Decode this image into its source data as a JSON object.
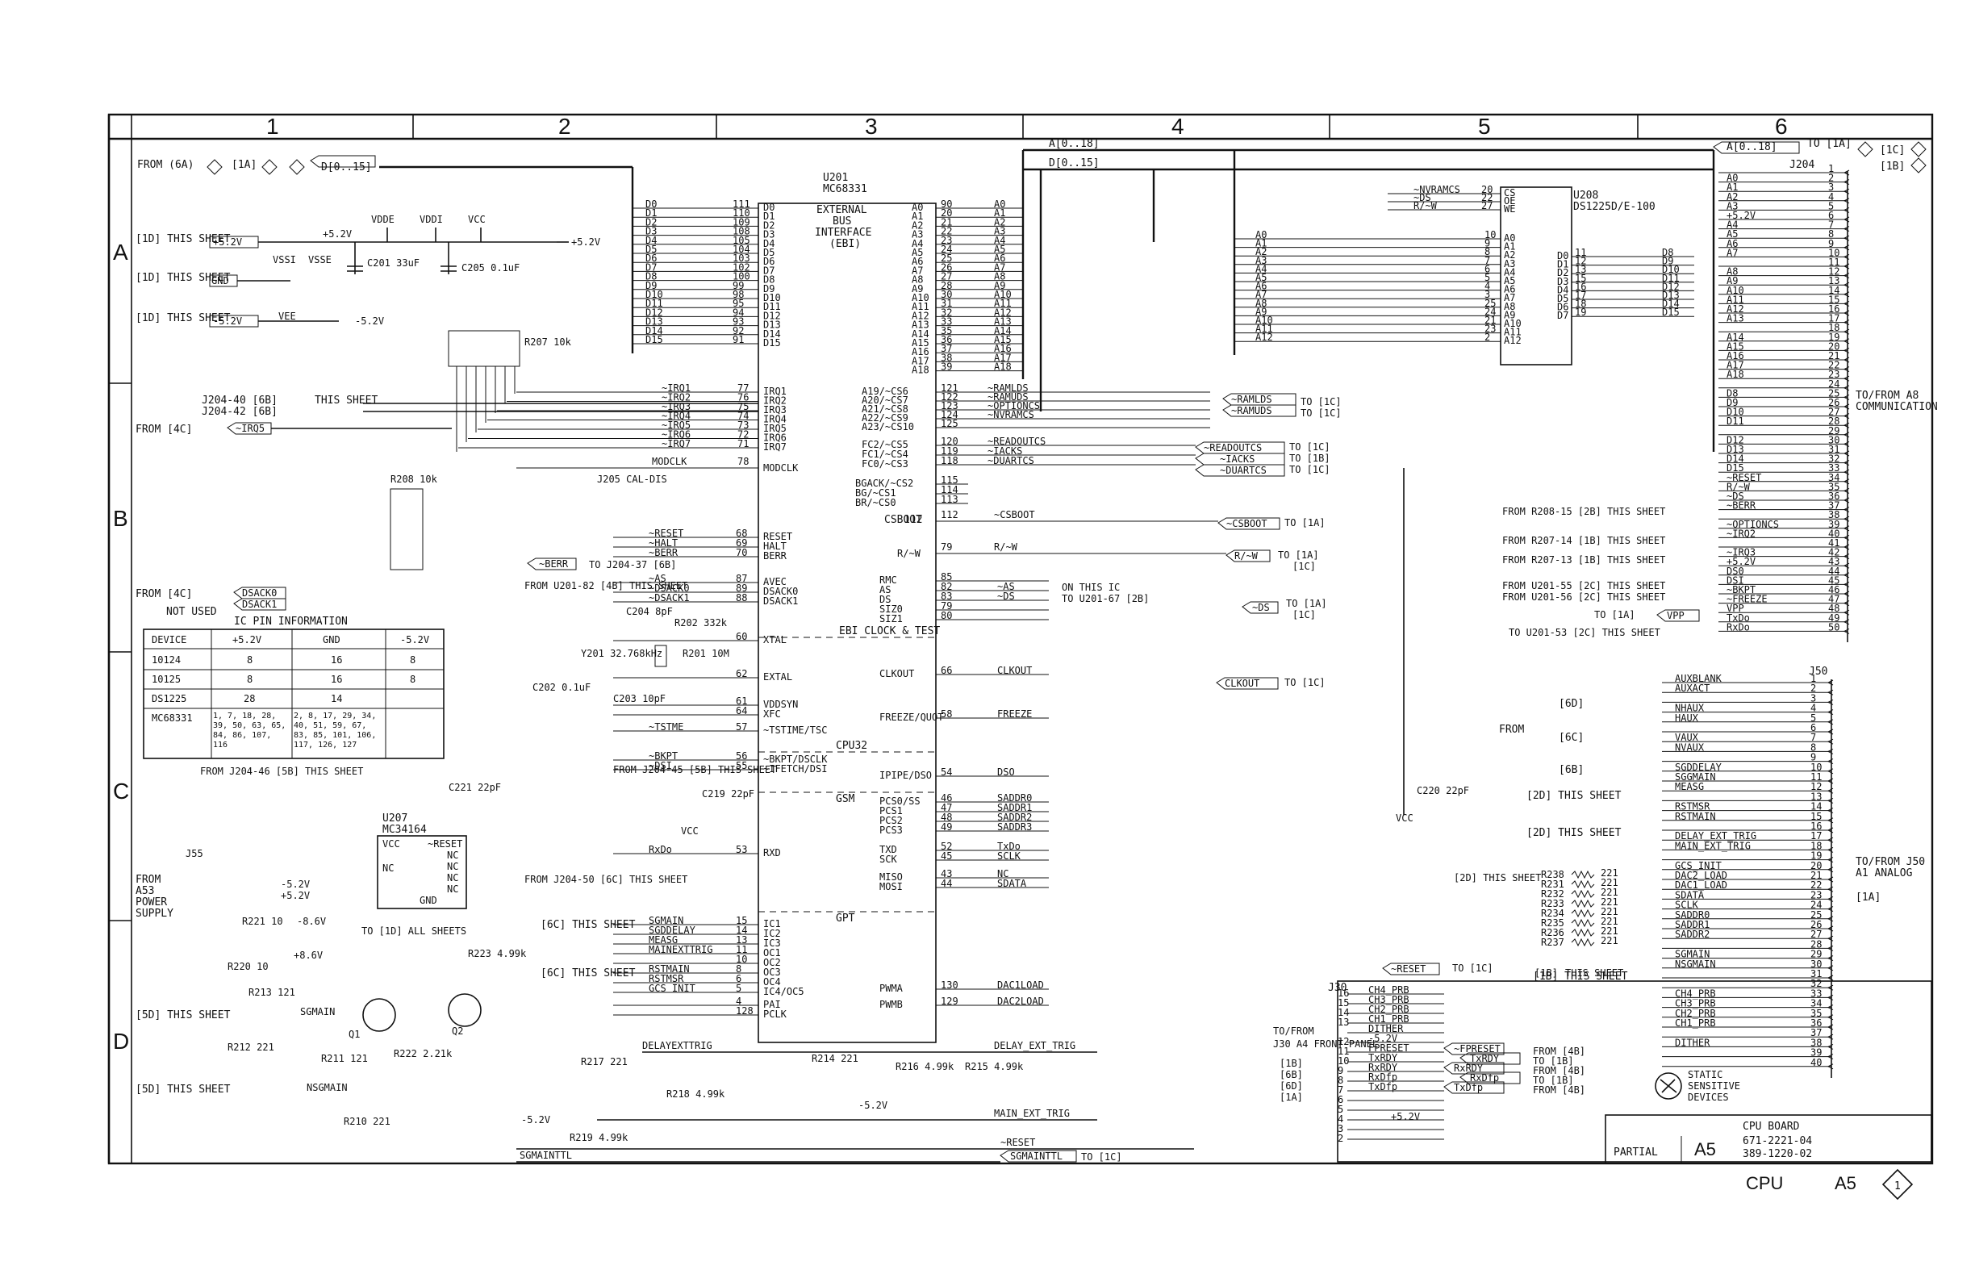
{
  "zones_top": [
    "1",
    "2",
    "3",
    "4",
    "5",
    "6"
  ],
  "zones_side": [
    "A",
    "B",
    "C",
    "D"
  ],
  "title_block": {
    "partial": "PARTIAL",
    "ref": "A5",
    "line1": "CPU BOARD",
    "line2": "671-2221-04",
    "line3": "389-1220-02",
    "footer_name": "CPU",
    "footer_ref": "A5",
    "footer_sheet": "1"
  },
  "static_warning": [
    "STATIC",
    "SENSITIVE",
    "DEVICES"
  ],
  "chips": {
    "u201": {
      "ref": "U201",
      "part": "MC68331",
      "block": [
        "EXTERNAL",
        "BUS",
        "INTERFACE",
        "(EBI)"
      ],
      "cpu": "CPU32",
      "gsm": "GSM",
      "gpt": "GPT"
    },
    "u208": {
      "ref": "U208",
      "part": "DS1225D/E-100"
    },
    "u207": {
      "ref": "U207",
      "part": "MC34164"
    },
    "j204": "J204",
    "j50": "J50",
    "j55": "J55",
    "j30": "J30"
  },
  "ebi_bus": {
    "data_nets": [
      "D0",
      "D1",
      "D2",
      "D3",
      "D4",
      "D5",
      "D6",
      "D7",
      "D8",
      "D9",
      "D10",
      "D11",
      "D12",
      "D13",
      "D14",
      "D15"
    ],
    "data_pins": [
      "111",
      "110",
      "109",
      "108",
      "105",
      "104",
      "103",
      "102",
      "100",
      "99",
      "98",
      "95",
      "94",
      "93",
      "92",
      "91"
    ],
    "addr_nets": [
      "A0",
      "A1",
      "A2",
      "A3",
      "A4",
      "A5",
      "A6",
      "A7",
      "A8",
      "A9",
      "A10",
      "A11",
      "A12",
      "A13",
      "A14",
      "A15",
      "A16",
      "A17",
      "A18"
    ],
    "addr_pins": [
      "90",
      "20",
      "21",
      "22",
      "23",
      "24",
      "25",
      "26",
      "27",
      "28",
      "30",
      "31",
      "32",
      "33",
      "35",
      "36",
      "37",
      "38",
      "39"
    ],
    "cs_labels": [
      "A19/~CS6",
      "A20/~CS7",
      "A21/~CS8",
      "A22/~CS9",
      "A23/~CS10"
    ],
    "cs_pins": [
      "121",
      "122",
      "123",
      "124",
      "125"
    ],
    "cs_nets": [
      "~RAMLDS",
      "~RAMUDS",
      "~OPTIONCS",
      "~NVRAMCS",
      ""
    ],
    "fc_labels": [
      "FC2/~CS5",
      "FC1/~CS4",
      "FC0/~CS3"
    ],
    "fc_pins": [
      "120",
      "119",
      "118"
    ],
    "fc_nets": [
      "~READOUTCS",
      "~IACKS",
      "~DUARTCS"
    ],
    "bg_labels": [
      "BGACK/~CS2",
      "BG/~CS1",
      "BR/~CS0"
    ],
    "bg_pins": [
      "115",
      "114",
      "113"
    ]
  },
  "irq": {
    "nets": [
      "~IRQ1",
      "~IRQ2",
      "~IRQ3",
      "~IRQ4",
      "~IRQ5",
      "~IRQ6",
      "~IRQ7"
    ],
    "pins": [
      "77",
      "76",
      "75",
      "74",
      "73",
      "72",
      "71"
    ],
    "modclk": "MODCLK",
    "modclk_pin": "78"
  },
  "left_notes": {
    "from6a": "FROM (6A)",
    "tag_1a": "[1A]",
    "d_bus": "D[0..15]",
    "a_bus": "A[0..18]",
    "to_1a": "TO [1A]",
    "tag_1c": "[1C]",
    "tag_1b": "[1B]",
    "this_sheet_a": [
      "[1D] THIS SHEET",
      "[1D] THIS SHEET",
      "[1D] THIS SHEET"
    ],
    "rail_labels": [
      "+5.2V",
      "GND",
      "-5.2V"
    ],
    "rail_nets": [
      "VDDE",
      "VDDI",
      "VCC",
      "VSSI",
      "VSSE",
      "VEE"
    ],
    "irq_from": "J204-40 [6B]",
    "irq_from2": "J204-42 [6B]",
    "this_sheet": "THIS SHEET",
    "from4c": "FROM [4C]",
    "irq5": "~IRQ5",
    "c201": "C201 33uF",
    "c205": "C205 0.1uF",
    "r207": "R207 10k",
    "r208": "R208 10k",
    "j205": "J205 CAL-DIS",
    "dsack": [
      "DSACK0",
      "DSACK1"
    ],
    "not_used": "NOT USED",
    "berr": "~BERR",
    "berr_to": "TO J204-37 [6B]",
    "from_u201": "FROM U201-82 [4B] THIS SHEET"
  },
  "pin_table": {
    "title": "IC PIN INFORMATION",
    "headers": [
      "DEVICE",
      "+5.2V",
      "GND",
      "-5.2V"
    ],
    "rows": [
      [
        "10124",
        "8",
        "16",
        "8"
      ],
      [
        "10125",
        "8",
        "16",
        "8"
      ],
      [
        "DS1225",
        "28",
        "14",
        ""
      ],
      [
        "MC68331",
        "1, 7, 18, 28, 39, 50, 63, 65, 84, 86, 107, 116",
        "2, 8, 17, 29, 34, 40, 51, 59, 67, 83, 85, 101, 106, 117, 126, 127",
        ""
      ]
    ]
  },
  "u201_left_pins": [
    {
      "name": "RESET",
      "pin": "68",
      "net": "~RESET"
    },
    {
      "name": "HALT",
      "pin": "69",
      "net": "~HALT"
    },
    {
      "name": "BERR",
      "pin": "70",
      "net": "~BERR"
    },
    {
      "name": "AVEC",
      "pin": "87",
      "net": "~AS"
    },
    {
      "name": "DSACK0",
      "pin": "89",
      "net": "~DSACK0"
    },
    {
      "name": "DSACK1",
      "pin": "88",
      "net": "~DSACK1"
    },
    {
      "name": "XTAL",
      "pin": "60",
      "net": ""
    },
    {
      "name": "EXTAL",
      "pin": "62",
      "net": ""
    },
    {
      "name": "VDDSYN",
      "pin": "61",
      "net": ""
    },
    {
      "name": "XFC",
      "pin": "64",
      "net": ""
    },
    {
      "name": "~TSTIME/TSC",
      "pin": "57",
      "net": "~TSTME"
    },
    {
      "name": "~BKPT/DSCLK",
      "pin": "56",
      "net": "~BKPT"
    },
    {
      "name": "~IFETCH/DSI",
      "pin": "55",
      "net": "~DSI"
    },
    {
      "name": "RXD",
      "pin": "53",
      "net": "RxDo"
    },
    {
      "name": "IC1",
      "pin": "15",
      "net": "SGMAIN"
    },
    {
      "name": "IC2",
      "pin": "14",
      "net": "SGDDELAY"
    },
    {
      "name": "IC3",
      "pin": "13",
      "net": "MEASG"
    },
    {
      "name": "OC1",
      "pin": "11",
      "net": "MAINEXTTRIG"
    },
    {
      "name": "OC2",
      "pin": "10",
      "net": ""
    },
    {
      "name": "OC3",
      "pin": "8",
      "net": "RSTMAIN"
    },
    {
      "name": "OC4",
      "pin": "6",
      "net": "RSTMSR"
    },
    {
      "name": "IC4/OC5",
      "pin": "5",
      "net": "GCS INIT"
    },
    {
      "name": "PAI",
      "pin": "4",
      "net": ""
    },
    {
      "name": "PCLK",
      "pin": "128",
      "net": ""
    }
  ],
  "u201_right_pins": [
    {
      "name": "RMC",
      "pin": "85",
      "net": ""
    },
    {
      "name": "AS",
      "pin": "82",
      "net": "~AS"
    },
    {
      "name": "DS",
      "pin": "83",
      "net": "~DS"
    },
    {
      "name": "SIZ0",
      "pin": "79",
      "net": ""
    },
    {
      "name": "SIZ1",
      "pin": "80",
      "net": ""
    },
    {
      "name": "CLKOUT",
      "pin": "66",
      "net": "CLKOUT"
    },
    {
      "name": "FREEZE/QUOT",
      "pin": "58",
      "net": "FREEZE"
    },
    {
      "name": "IPIPE/DSO",
      "pin": "54",
      "net": "DSO"
    },
    {
      "name": "PCS0/SS",
      "pin": "46",
      "net": "SADDR0"
    },
    {
      "name": "PCS1",
      "pin": "47",
      "net": "SADDR1"
    },
    {
      "name": "PCS2",
      "pin": "48",
      "net": "SADDR2"
    },
    {
      "name": "PCS3",
      "pin": "49",
      "net": "SADDR3"
    },
    {
      "name": "TXD",
      "pin": "52",
      "net": "TxDo"
    },
    {
      "name": "SCK",
      "pin": "45",
      "net": "SCLK"
    },
    {
      "name": "MISO",
      "pin": "43",
      "net": "NC"
    },
    {
      "name": "MOSI",
      "pin": "44",
      "net": "SDATA"
    },
    {
      "name": "PWMA",
      "pin": "130",
      "net": "DAC1LOAD"
    },
    {
      "name": "PWMB",
      "pin": "129",
      "net": "DAC2LOAD"
    }
  ],
  "misc_nets": {
    "csboot_pin": "112",
    "csboot": "~CSBOOT",
    "rw_pin": "79",
    "rw": "R/~W",
    "rw_label": "R/~W",
    "on_this_ic": "ON THIS IC",
    "to_u201_67": "TO U201-67 [2B]",
    "ebi_clock": "EBI CLOCK & TEST",
    "y201": "Y201 32.768kHz",
    "r201": "R201 10M",
    "r202": "R202 332k",
    "c204": "C204 8pF",
    "c202": "C202 0.1uF",
    "c203": "C203 10pF",
    "c219": "C219 22pF",
    "c220": "C220 22pF",
    "c221": "C221 22pF",
    "vcc": "VCC",
    "nc": "NC",
    "from_j204_46": "FROM J204-46 [5B] THIS SHEET",
    "from_j204_45": "FROM J204-45 [5B] THIS SHEET",
    "from_j204_50": "FROM J204-50 [6C] THIS SHEET",
    "delayexttrig": "DELAYEXTTRIG",
    "delay_ext_trig": "DELAY_EXT_TRIG",
    "main_ext_trig": "MAIN_EXT_TRIG",
    "reset": "~RESET",
    "sgmainttl": "SGMAINTTL",
    "r214": "R214 221",
    "r216": "R216 4.99k",
    "r215": "R215 4.99k",
    "r217": "R217 221",
    "r218": "R218 4.99k",
    "r219": "R219 4.99k",
    "vee_neg": "-5.2V"
  },
  "u207_block": {
    "pins": [
      "VCC",
      "NC",
      "~RESET",
      "NC",
      "NC",
      "NC",
      "NC",
      "GND"
    ],
    "from": "FROM A53 POWER SUPPLY",
    "to_all": "TO [1D] ALL SHEETS",
    "rails": [
      "-5.2V",
      "+5.2V",
      "-8.6V",
      "+8.6V"
    ],
    "r221": "R221 10",
    "r220": "R220 10",
    "r223": "R223 4.99k",
    "r213": "R213 121",
    "r212": "R212 221",
    "r211": "R211 121",
    "r222": "R222 2.21k",
    "r210": "R210 221",
    "q1": "Q1",
    "q2": "Q2",
    "sgmain": "SGMAIN",
    "nsgmain": "NSGMAIN",
    "this_sheet_5d": "[5D] THIS SHEET",
    "this_sheet_5d2": "[5D] THIS SHEET",
    "gc_this_sheet": "[6C] THIS SHEET"
  },
  "u208_block": {
    "left_pins": [
      "10",
      "9",
      "8",
      "7",
      "6",
      "5",
      "4",
      "3",
      "25",
      "24",
      "21",
      "23",
      "2"
    ],
    "left_names": [
      "A0",
      "A1",
      "A2",
      "A3",
      "A4",
      "A5",
      "A6",
      "A7",
      "A8",
      "A9",
      "A10",
      "A11",
      "A12"
    ],
    "ctl_pins": [
      "20",
      "22",
      "27"
    ],
    "ctl_names": [
      "CS",
      "OE",
      "WE"
    ],
    "ctl_nets": [
      "~NVRAMCS",
      "~DS",
      "R/~W"
    ],
    "data_pins": [
      "11",
      "12",
      "13",
      "15",
      "16",
      "17",
      "18",
      "19"
    ],
    "data_nets": [
      "D8",
      "D9",
      "D10",
      "D11",
      "D12",
      "D13",
      "D14",
      "D15"
    ]
  },
  "mid_offsheet": {
    "ramlds": "~RAMLDS",
    "ramuds": "~RAMUDS",
    "to_1c": "TO [1C]",
    "readoutcs": "~READOUTCS",
    "iacks": "~IACKS",
    "duartcs": "~DUARTCS",
    "to_1c2": "TO [1C]",
    "to_1b": "TO [1B]",
    "to_1c3": "TO [1C]",
    "csboot": "~CSBOOT",
    "to_1a": "TO [1A]",
    "rw": "R/~W",
    "to_1a2": "TO [1A]",
    "tag_1c": "[1C]",
    "ds": "~DS",
    "to_1a3": "TO [1A]",
    "tag_1c2": "[1C]",
    "clkout": "CLKOUT",
    "to_1c4": "TO [1C]",
    "reset": "~RESET",
    "to_1c5": "TO [1C]",
    "tag_1b": "[1B]",
    "this_sheet": "THIS SHEET"
  },
  "j204_rows": [
    {
      "pin": "1",
      "net": ""
    },
    {
      "pin": "2",
      "net": "A0"
    },
    {
      "pin": "3",
      "net": "A1"
    },
    {
      "pin": "4",
      "net": "A2"
    },
    {
      "pin": "5",
      "net": "A3"
    },
    {
      "pin": "6",
      "net": "+5.2V"
    },
    {
      "pin": "7",
      "net": "A4"
    },
    {
      "pin": "8",
      "net": "A5"
    },
    {
      "pin": "9",
      "net": "A6"
    },
    {
      "pin": "10",
      "net": "A7"
    },
    {
      "pin": "11",
      "net": ""
    },
    {
      "pin": "12",
      "net": "A8"
    },
    {
      "pin": "13",
      "net": "A9"
    },
    {
      "pin": "14",
      "net": "A10"
    },
    {
      "pin": "15",
      "net": "A11"
    },
    {
      "pin": "16",
      "net": "A12"
    },
    {
      "pin": "17",
      "net": "A13"
    },
    {
      "pin": "18",
      "net": ""
    },
    {
      "pin": "19",
      "net": "A14"
    },
    {
      "pin": "20",
      "net": "A15"
    },
    {
      "pin": "21",
      "net": "A16"
    },
    {
      "pin": "22",
      "net": "A17"
    },
    {
      "pin": "23",
      "net": "A18"
    },
    {
      "pin": "24",
      "net": ""
    },
    {
      "pin": "25",
      "net": "D8"
    },
    {
      "pin": "26",
      "net": "D9"
    },
    {
      "pin": "27",
      "net": "D10"
    },
    {
      "pin": "28",
      "net": "D11"
    },
    {
      "pin": "29",
      "net": ""
    },
    {
      "pin": "30",
      "net": "D12"
    },
    {
      "pin": "31",
      "net": "D13"
    },
    {
      "pin": "32",
      "net": "D14"
    },
    {
      "pin": "33",
      "net": "D15"
    },
    {
      "pin": "34",
      "net": "~RESET"
    },
    {
      "pin": "35",
      "net": "R/~W"
    },
    {
      "pin": "36",
      "net": "~DS"
    },
    {
      "pin": "37",
      "net": "~BERR"
    },
    {
      "pin": "38",
      "net": ""
    },
    {
      "pin": "39",
      "net": "~OPTIONCS"
    },
    {
      "pin": "40",
      "net": "~IRQ2"
    },
    {
      "pin": "41",
      "net": ""
    },
    {
      "pin": "42",
      "net": "~IRQ3"
    },
    {
      "pin": "43",
      "net": "+5.2V"
    },
    {
      "pin": "44",
      "net": "DS0"
    },
    {
      "pin": "45",
      "net": "DSI"
    },
    {
      "pin": "46",
      "net": "~BKPT"
    },
    {
      "pin": "47",
      "net": "~FREEZE"
    },
    {
      "pin": "48",
      "net": "VPP"
    },
    {
      "pin": "49",
      "net": "TxDo"
    },
    {
      "pin": "50",
      "net": "RxDo"
    }
  ],
  "j204_notes": {
    "to_from_a8": "TO/FROM A8",
    "communication": "COMMUNICATION",
    "from_r208_15": "FROM R208-15 [2B] THIS SHEET",
    "from_r207_14": "FROM R207-14 [1B] THIS SHEET",
    "from_r207_13": "FROM R207-13 [1B] THIS SHEET",
    "from_u201_55": "FROM U201-55 [2C] THIS SHEET",
    "from_u201_56": "FROM U201-56 [2C] THIS SHEET",
    "to_u201_53": "TO U201-53 [2C] THIS SHEET",
    "to_1a": "TO [1A]",
    "vpp": "VPP"
  },
  "j50_rows": [
    {
      "pin": "1",
      "net": "AUXBLANK"
    },
    {
      "pin": "2",
      "net": "AUXACT"
    },
    {
      "pin": "3",
      "net": ""
    },
    {
      "pin": "4",
      "net": "NHAUX"
    },
    {
      "pin": "5",
      "net": "HAUX"
    },
    {
      "pin": "6",
      "net": ""
    },
    {
      "pin": "7",
      "net": "VAUX"
    },
    {
      "pin": "8",
      "net": "NVAUX"
    },
    {
      "pin": "9",
      "net": ""
    },
    {
      "pin": "10",
      "net": "SGDDELAY"
    },
    {
      "pin": "11",
      "net": "SGGMAIN"
    },
    {
      "pin": "12",
      "net": "MEASG"
    },
    {
      "pin": "13",
      "net": ""
    },
    {
      "pin": "14",
      "net": "RSTMSR"
    },
    {
      "pin": "15",
      "net": "RSTMAIN"
    },
    {
      "pin": "16",
      "net": ""
    },
    {
      "pin": "17",
      "net": "DELAY_EXT_TRIG"
    },
    {
      "pin": "18",
      "net": "MAIN_EXT_TRIG"
    },
    {
      "pin": "19",
      "net": ""
    },
    {
      "pin": "20",
      "net": "GCS_INIT"
    },
    {
      "pin": "21",
      "net": "DAC2_LOAD"
    },
    {
      "pin": "22",
      "net": "DAC1_LOAD"
    },
    {
      "pin": "23",
      "net": "SDATA"
    },
    {
      "pin": "24",
      "net": "SCLK"
    },
    {
      "pin": "25",
      "net": "SADDR0"
    },
    {
      "pin": "26",
      "net": "SADDR1"
    },
    {
      "pin": "27",
      "net": "SADDR2"
    },
    {
      "pin": "28",
      "net": ""
    },
    {
      "pin": "29",
      "net": "SGMAIN"
    },
    {
      "pin": "30",
      "net": "NSGMAIN"
    },
    {
      "pin": "31",
      "net": ""
    },
    {
      "pin": "32",
      "net": ""
    },
    {
      "pin": "33",
      "net": "CH4_PRB"
    },
    {
      "pin": "34",
      "net": "CH3_PRB"
    },
    {
      "pin": "35",
      "net": "CH2_PRB"
    },
    {
      "pin": "36",
      "net": "CH1_PRB"
    },
    {
      "pin": "37",
      "net": ""
    },
    {
      "pin": "38",
      "net": "DITHER"
    },
    {
      "pin": "39",
      "net": ""
    },
    {
      "pin": "40",
      "net": ""
    }
  ],
  "j50_notes": {
    "from4": "FROM",
    "tag_6d": "[6D]",
    "tag_6c": "[6C]",
    "tag_6b": "[6B]",
    "this_sheet_2d": "[2D] THIS SHEET",
    "this_sheet_2d2": "[2D] THIS SHEET",
    "to_from_j50": "TO/FROM J50",
    "a1_analog": "A1 ANALOG",
    "tag_1a": "[1A]",
    "this_sheet_2d3": "[2D] THIS SHEET",
    "this_sheet_1b": "[1B] THIS SHEET",
    "r_list": [
      "R238",
      "R231",
      "R232",
      "R233",
      "R234",
      "R235",
      "R236",
      "R237"
    ],
    "r_vals": [
      "221",
      "221",
      "221",
      "221",
      "221",
      "221",
      "221",
      "221"
    ]
  },
  "j30_block": {
    "pins": [
      "16",
      "15",
      "14",
      "13",
      "",
      "12",
      "11",
      "10",
      "9",
      "8",
      "7",
      "6",
      "5",
      "4",
      "3",
      "2"
    ],
    "nets": [
      "CH4_PRB",
      "CH3_PRB",
      "CH2_PRB",
      "CH1_PRB",
      "DITHER",
      "-5.2V",
      "FPRESET",
      "TxRDY",
      "RxRDY",
      "RxDfp",
      "TxDfp",
      "",
      "",
      "",
      "",
      ""
    ],
    "to_from": "TO/FROM",
    "a4_front": "J30 A4 FRONT PANEL",
    "tags": [
      "[1B]",
      "[6B]",
      "[6D]",
      "[1A]"
    ],
    "offsheet": [
      "~FPRESET",
      "TxRDY",
      "RxRDY",
      "RxDfp",
      "TxDfp"
    ],
    "right_notes": [
      "FROM [4B]",
      "TO [1B]",
      "FROM [4B]",
      "TO [1B]",
      "FROM [4B]"
    ],
    "plus52": "+5.2V",
    "minus52": "-5.2V"
  }
}
